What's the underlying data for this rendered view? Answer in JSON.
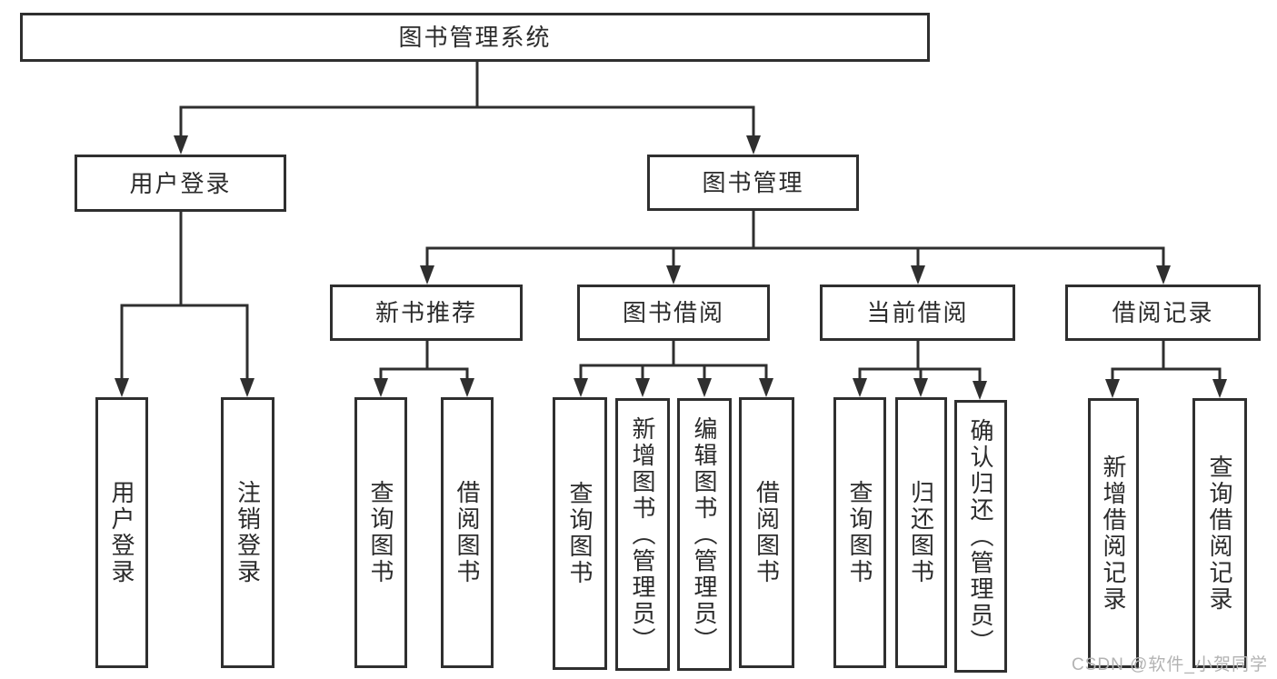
{
  "root": {
    "label": "图书管理系统"
  },
  "user_login": {
    "label": "用户登录",
    "children": [
      {
        "label": "用户登录"
      },
      {
        "label": "注销登录"
      }
    ]
  },
  "book_mgmt": {
    "label": "图书管理",
    "groups": [
      {
        "label": "新书推荐",
        "children": [
          {
            "label": "查询图书"
          },
          {
            "label": "借阅图书"
          }
        ]
      },
      {
        "label": "图书借阅",
        "children": [
          {
            "label": "查询图书"
          },
          {
            "label": "新增图书（管理员）"
          },
          {
            "label": "编辑图书（管理员）"
          },
          {
            "label": "借阅图书"
          }
        ]
      },
      {
        "label": "当前借阅",
        "children": [
          {
            "label": "查询图书"
          },
          {
            "label": "归还图书"
          },
          {
            "label": "确认归还（管理员）"
          }
        ]
      },
      {
        "label": "借阅记录",
        "children": [
          {
            "label": "新增借阅记录"
          },
          {
            "label": "查询借阅记录"
          }
        ]
      }
    ]
  },
  "watermark": {
    "text": "CSDN @软件_小贺同学"
  },
  "colors": {
    "line": "#2f2f2f",
    "box_border": "#2f2f2f",
    "text": "#2b2b2b",
    "watermark": "#b3b3b3",
    "background": "#ffffff"
  }
}
